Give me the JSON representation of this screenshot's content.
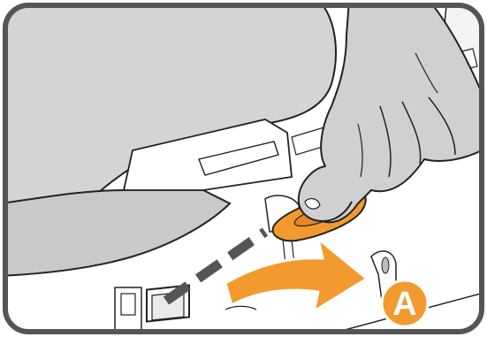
{
  "illustration": {
    "callout_label": "A",
    "colors": {
      "frame": "#555555",
      "body_gray": "#d4d4d4",
      "body_gray_dark": "#b8b8b8",
      "hand_gray": "#d0d0d0",
      "accent_orange": "#f39a2f",
      "white": "#ffffff",
      "outline": "#222222"
    },
    "icons": [
      "hand-icon",
      "orange-pull-tab",
      "arrow-icon",
      "dashed-line",
      "callout-a-badge"
    ]
  }
}
